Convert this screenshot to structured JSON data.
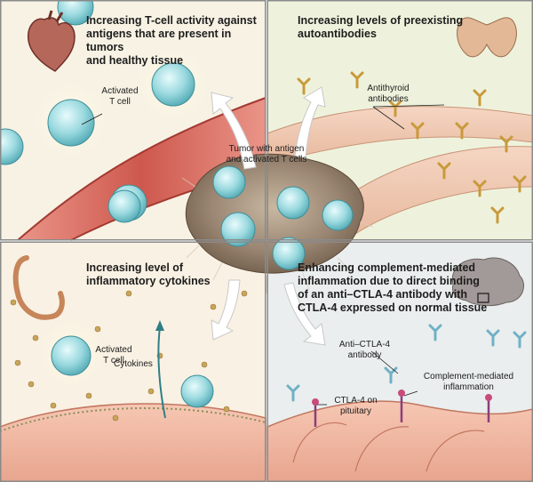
{
  "panels": {
    "top_left": {
      "title_lines": [
        "Increasing T-cell activity against",
        "antigens that are present in tumors",
        "and healthy tissue"
      ],
      "icon": "heart-icon"
    },
    "top_right": {
      "title_lines": [
        "Increasing levels of preexisting",
        "autoantibodies"
      ],
      "icon": "thyroid-icon"
    },
    "bottom_left": {
      "title_lines": [
        "Increasing level of",
        "inflammatory cytokines"
      ],
      "icon": "colon-icon"
    },
    "bottom_right": {
      "title_lines": [
        "Enhancing complement-mediated",
        "inflammation due to direct binding",
        "of an anti–CTLA-4 antibody with",
        "CTLA-4 expressed on normal tissue"
      ],
      "icon": "brain-icon"
    }
  },
  "labels": {
    "activated_t_cell_top": [
      "Activated",
      "T cell"
    ],
    "antithyroid_antibodies": [
      "Antithyroid",
      "antibodies"
    ],
    "tumor": [
      "Tumor with antigen",
      "and activated T cells"
    ],
    "activated_t_cell_bottom": [
      "Activated",
      "T cell"
    ],
    "cytokines": "Cytokines",
    "anti_ctla4_antibody": [
      "Anti–CTLA-4",
      "antibody"
    ],
    "complement": [
      "Complement-mediated",
      "inflammation"
    ],
    "ctla4_pituitary": [
      "CTLA-4 on",
      "pituitary"
    ]
  },
  "colors": {
    "panel_border": "#8a8a8a",
    "bg_top_left": "#f7f2e4",
    "bg_top_right": "#eef2dc",
    "bg_bottom_left": "#f9f1e3",
    "bg_bottom_right": "#eaeeee",
    "vessel": "#d9645a",
    "t_cell": "#8fd6dc",
    "antibody_gold": "#c89a3a",
    "antibody_blue": "#6fb1c6",
    "tumor": "#8a7a6a",
    "arrow": "#ffffff",
    "cytokine_dot": "#c9a45a"
  }
}
